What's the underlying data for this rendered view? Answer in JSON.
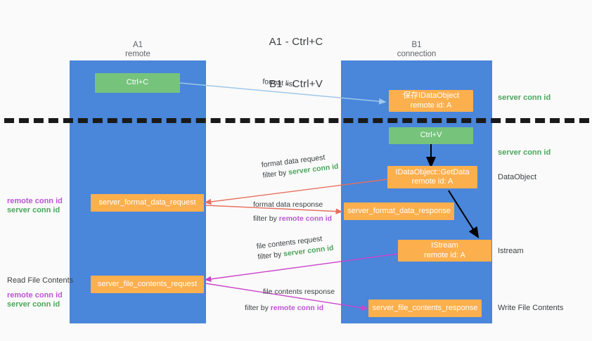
{
  "title": {
    "line1": "A1 - Ctrl+C",
    "line2": "B1 - Ctrl+V"
  },
  "columns": [
    {
      "name": "A1",
      "sub": "remote"
    },
    {
      "name": "B1",
      "sub": "connection"
    }
  ],
  "boxes": {
    "ctrl_c": {
      "line1": "Ctrl+C",
      "line2": ""
    },
    "save_idataobject": {
      "line1": "保存IDataObject",
      "line2": "remote id: A"
    },
    "ctrl_v": {
      "line1": "Ctrl+V",
      "line2": ""
    },
    "getdata": {
      "line1": "IDataObject::GetData",
      "line2": "remote id: A"
    },
    "istream": {
      "line1": "IStream",
      "line2": "remote id: A"
    },
    "server_format_data_request": {
      "line1": "server_format_data_request",
      "line2": ""
    },
    "server_format_data_response": {
      "line1": "server_format_data_response",
      "line2": ""
    },
    "server_file_contents_request": {
      "line1": "server_file_contents_request",
      "line2": ""
    },
    "server_file_contents_response": {
      "line1": "server_file_contents_response",
      "line2": ""
    }
  },
  "edges": {
    "format_list": {
      "text": "format list"
    },
    "format_data_request": {
      "text": "format data request",
      "filter_prefix": "filter by ",
      "filter_value": "server conn id"
    },
    "format_data_response": {
      "text": "format data response",
      "filter_prefix": "filter by ",
      "filter_value": "remote conn id"
    },
    "file_contents_request": {
      "text": "file contents request",
      "filter_prefix": "filter by ",
      "filter_value": "server conn id"
    },
    "file_contents_response": {
      "text": "file contents response",
      "filter_prefix": "filter by ",
      "filter_value": "remote conn id"
    }
  },
  "annotations": {
    "right_server_conn_id_1": "server conn id",
    "right_server_conn_id_2": "server conn id",
    "right_dataobject": "DataObject",
    "right_istream": "Istream",
    "right_write_file_contents": "Write File Contents",
    "left_remote_conn_id_1": "remote conn id",
    "left_server_conn_id_1": "server conn id",
    "left_read_file_contents": "Read File Contents",
    "left_remote_conn_id_2": "remote conn id",
    "left_server_conn_id_2": "server conn id"
  },
  "colors": {
    "lane": "#4a86da",
    "green_box": "#76c37c",
    "orange_box": "#fcaf4d",
    "green_text": "#4ba65b",
    "purple_text": "#bb55d6",
    "arrow_blue": "#9ec8ea",
    "arrow_red": "#e8705f",
    "arrow_magenta": "#cc44cc",
    "arrow_black": "#000000",
    "background": "#fafafa"
  }
}
